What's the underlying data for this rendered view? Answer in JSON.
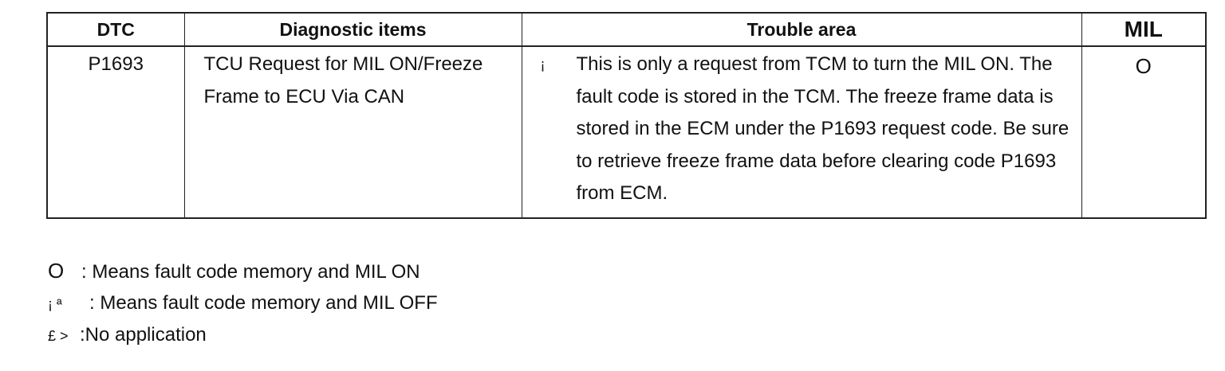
{
  "table": {
    "headers": {
      "dtc": "DTC",
      "diagnostic_items": "Diagnostic items",
      "trouble_area": "Trouble area",
      "mil": "MIL"
    },
    "rows": [
      {
        "dtc": "P1693",
        "diagnostic_item": "TCU Request for MIL ON/Freeze Frame to ECU Via CAN",
        "trouble_bullet": "¡",
        "trouble_area": "This is only a request from TCM to turn the MIL ON. The fault code is stored in the TCM. The freeze frame data is stored in the ECM under the P1693 request code. Be sure to retrieve freeze frame data before clearing code P1693 from ECM.",
        "mil": "O"
      }
    ]
  },
  "legend": [
    {
      "symbol": "O",
      "text": ": Means fault code memory and MIL ON"
    },
    {
      "symbol": "¡ ª",
      "text": ": Means fault code memory and MIL OFF"
    },
    {
      "symbol": "£ >",
      "text": ":No application"
    }
  ]
}
